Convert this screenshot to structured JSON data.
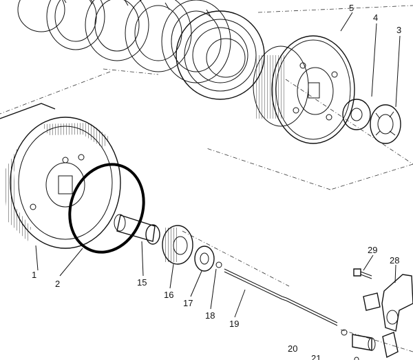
{
  "callouts": {
    "c1": "1",
    "c2": "2",
    "c3": "3",
    "c4": "4",
    "c5": "5",
    "c15": "15",
    "c16": "16",
    "c17": "17",
    "c18": "18",
    "c19": "19",
    "c20": "20",
    "c21": "21",
    "c28": "28",
    "c29": "29"
  }
}
